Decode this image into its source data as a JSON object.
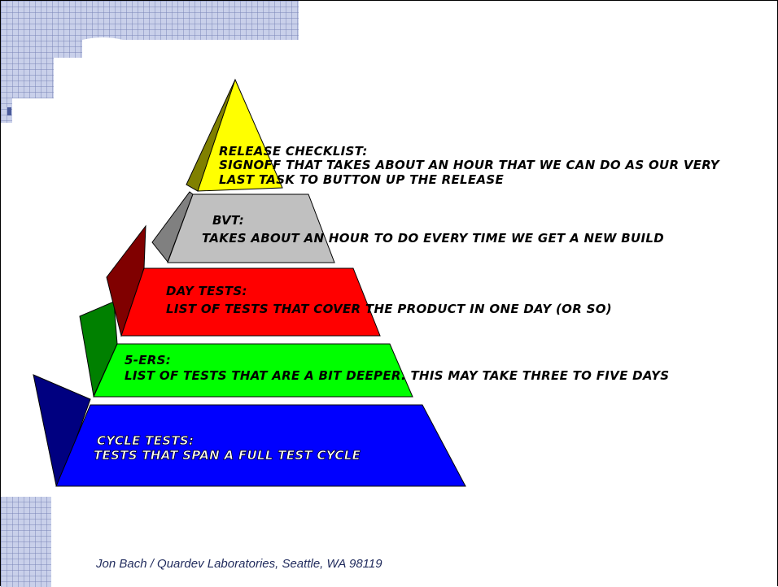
{
  "colors": {
    "grid_line": "#7a86b8",
    "grid_bg": "#c9d0ea",
    "tier_release_front": "#ffff00",
    "tier_release_side": "#808000",
    "tier_bvt_front": "#c0c0c0",
    "tier_bvt_side": "#808080",
    "tier_day_front": "#ff0000",
    "tier_day_side": "#800000",
    "tier_5ers_front": "#00ff00",
    "tier_5ers_side": "#008000",
    "tier_cycle_front": "#0000ff",
    "tier_cycle_side": "#000080"
  },
  "tiers": {
    "release": {
      "line1": "RELEASE CHECKLIST:",
      "line2": "SIGNOFF THAT TAKES ABOUT AN HOUR THAT WE CAN DO AS OUR VERY",
      "line3": "LAST TASK TO BUTTON UP THE RELEASE"
    },
    "bvt": {
      "line1": "BVT:",
      "line2": "TAKES ABOUT AN HOUR TO DO EVERY TIME WE GET A NEW BUILD"
    },
    "day": {
      "line1": "DAY TESTS:",
      "line2": "LIST OF TESTS THAT COVER THE PRODUCT IN ONE DAY (OR SO)"
    },
    "fivers": {
      "line1": "5-ERS:",
      "line2": "LIST OF TESTS THAT ARE A BIT DEEPER. THIS MAY TAKE THREE TO FIVE DAYS"
    },
    "cycle": {
      "line1": "CYCLE TESTS:",
      "line2": "TESTS THAT SPAN A FULL TEST CYCLE"
    }
  },
  "footer": {
    "text": "Jon Bach / Quardev Laboratories, Seattle, WA  98119"
  }
}
